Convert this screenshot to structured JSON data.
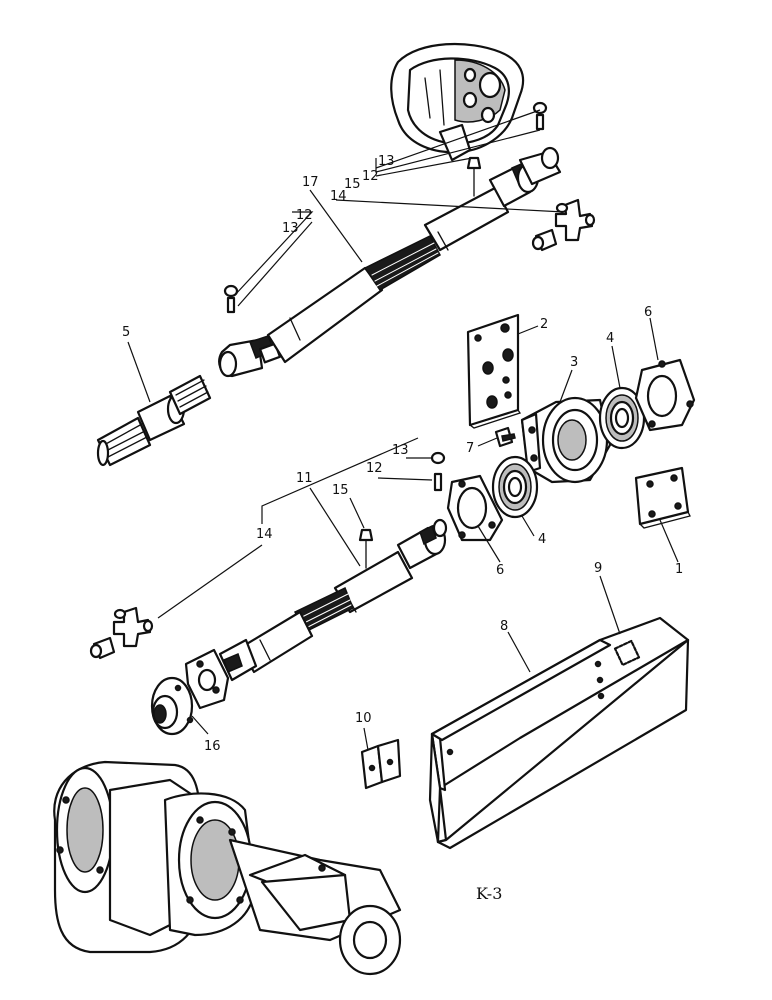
{
  "figure_code": "K-3",
  "callouts": [
    "1",
    "2",
    "3",
    "4",
    "4",
    "5",
    "6",
    "6",
    "7",
    "8",
    "9",
    "10",
    "11",
    "12",
    "12",
    "12",
    "13",
    "13",
    "13",
    "14",
    "14",
    "15",
    "15",
    "16",
    "17"
  ],
  "parts": [
    "transfer-case-housing",
    "upper-drive-shaft",
    "universal-joint-cross-upper",
    "companion-shaft",
    "mounting-plate",
    "bearing-housing",
    "bearing-upper",
    "bearing-lower",
    "seal-retainer-upper",
    "seal-retainer-lower",
    "shim-plate",
    "lower-drive-shaft",
    "universal-joint-cross-lower",
    "companion-flange",
    "shaft-guard",
    "guard-bracket",
    "rear-axle-housing"
  ],
  "colors": {
    "ink": "#111111",
    "paper": "#ffffff",
    "shade": "#bdbdbd"
  }
}
